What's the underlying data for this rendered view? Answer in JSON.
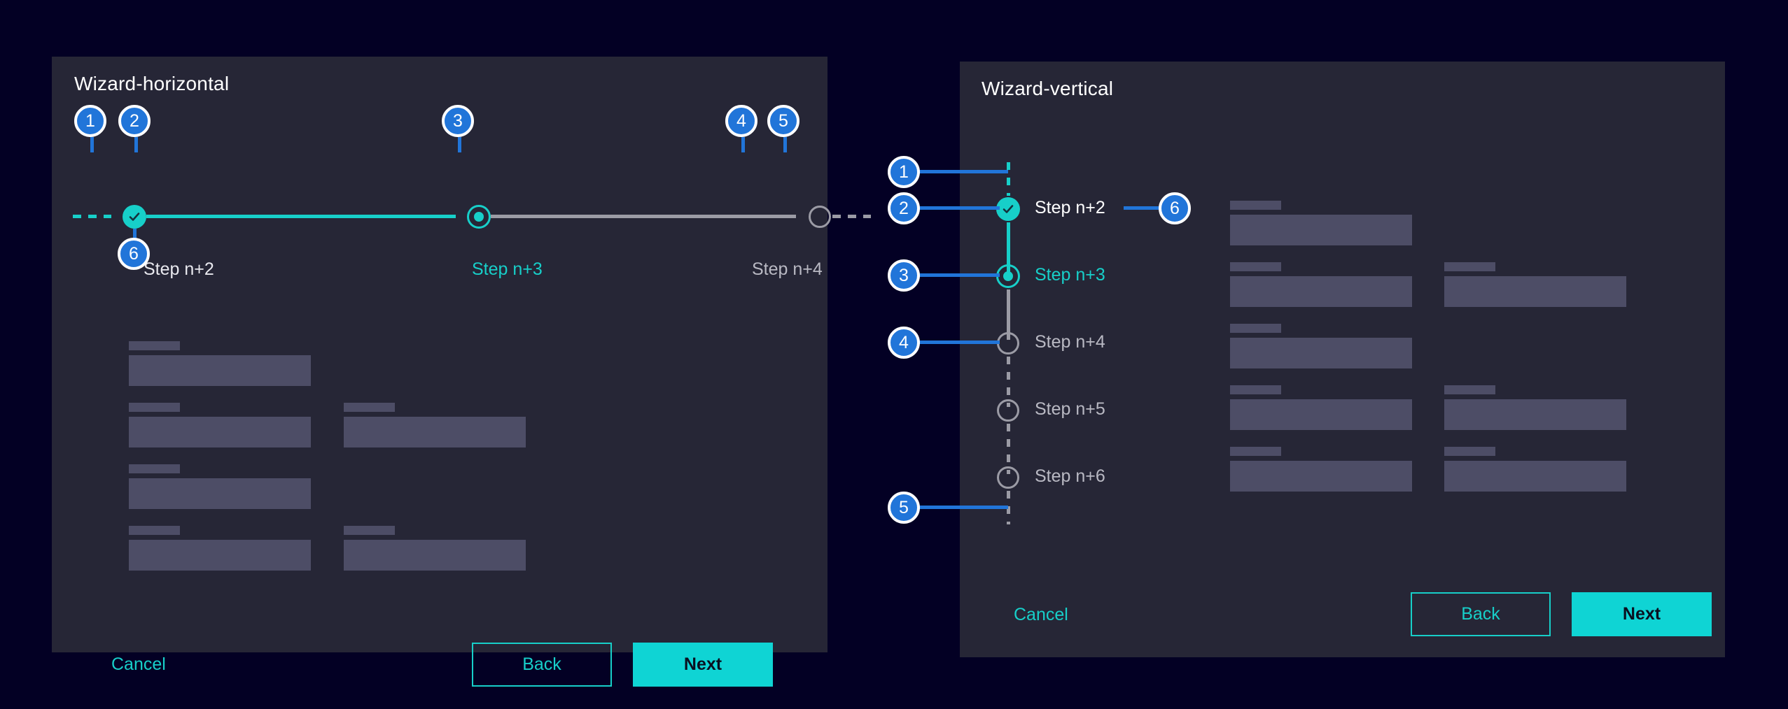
{
  "background_color": "#030024",
  "card_color": "#262636",
  "accent_color": "#17CFC9",
  "callout_color": "#2175D9",
  "pending_color": "#9B9BA5",
  "field_color": "#4D4D66",
  "horizontal": {
    "title": "Wizard-horizontal",
    "steps": [
      {
        "label": "Step n+2",
        "state": "complete"
      },
      {
        "label": "Step n+3",
        "state": "current"
      },
      {
        "label": "Step n+4",
        "state": "pending"
      }
    ],
    "callouts": [
      {
        "number": "1"
      },
      {
        "number": "2"
      },
      {
        "number": "3"
      },
      {
        "number": "4"
      },
      {
        "number": "5"
      },
      {
        "number": "6"
      }
    ],
    "footer": {
      "cancel_label": "Cancel",
      "back_label": "Back",
      "next_label": "Next"
    }
  },
  "vertical": {
    "title": "Wizard-vertical",
    "steps": [
      {
        "label": "Step n+2",
        "state": "complete"
      },
      {
        "label": "Step n+3",
        "state": "current"
      },
      {
        "label": "Step n+4",
        "state": "pending"
      },
      {
        "label": "Step n+5",
        "state": "pending"
      },
      {
        "label": "Step n+6",
        "state": "pending"
      }
    ],
    "callouts": [
      {
        "number": "1"
      },
      {
        "number": "2"
      },
      {
        "number": "3"
      },
      {
        "number": "4"
      },
      {
        "number": "5"
      },
      {
        "number": "6"
      }
    ],
    "footer": {
      "cancel_label": "Cancel",
      "back_label": "Back",
      "next_label": "Next"
    }
  }
}
